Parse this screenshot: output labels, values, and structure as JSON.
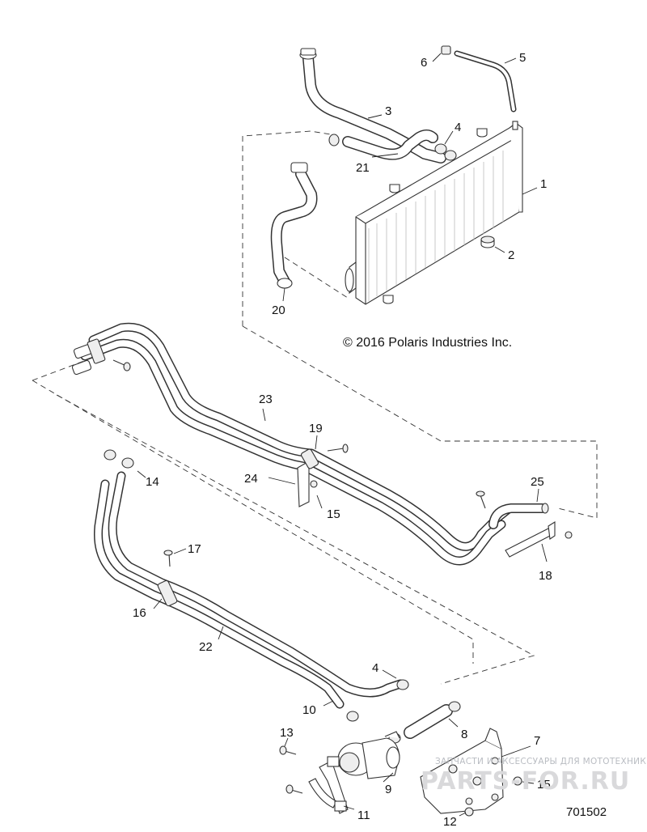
{
  "copyright": "© 2016 Polaris Industries Inc.",
  "diagram_number": "701502",
  "watermark": {
    "tagline": "ЗАПЧАСТИ И АКСЕССУАРЫ ДЛЯ МОТОТЕХНИКИ",
    "brand": "PARTS-FOR.RU"
  },
  "callouts": {
    "c1": "1",
    "c2": "2",
    "c3": "3",
    "c4a": "4",
    "c5": "5",
    "c6": "6",
    "c21": "21",
    "c20": "20",
    "c23": "23",
    "c19": "19",
    "c24": "24",
    "c15a": "15",
    "c25": "25",
    "c18": "18",
    "c14": "14",
    "c17": "17",
    "c16": "16",
    "c22": "22",
    "c4b": "4",
    "c10": "10",
    "c8": "8",
    "c13": "13",
    "c7": "7",
    "c9": "9",
    "c15b": "15",
    "c11": "11",
    "c12": "12"
  }
}
